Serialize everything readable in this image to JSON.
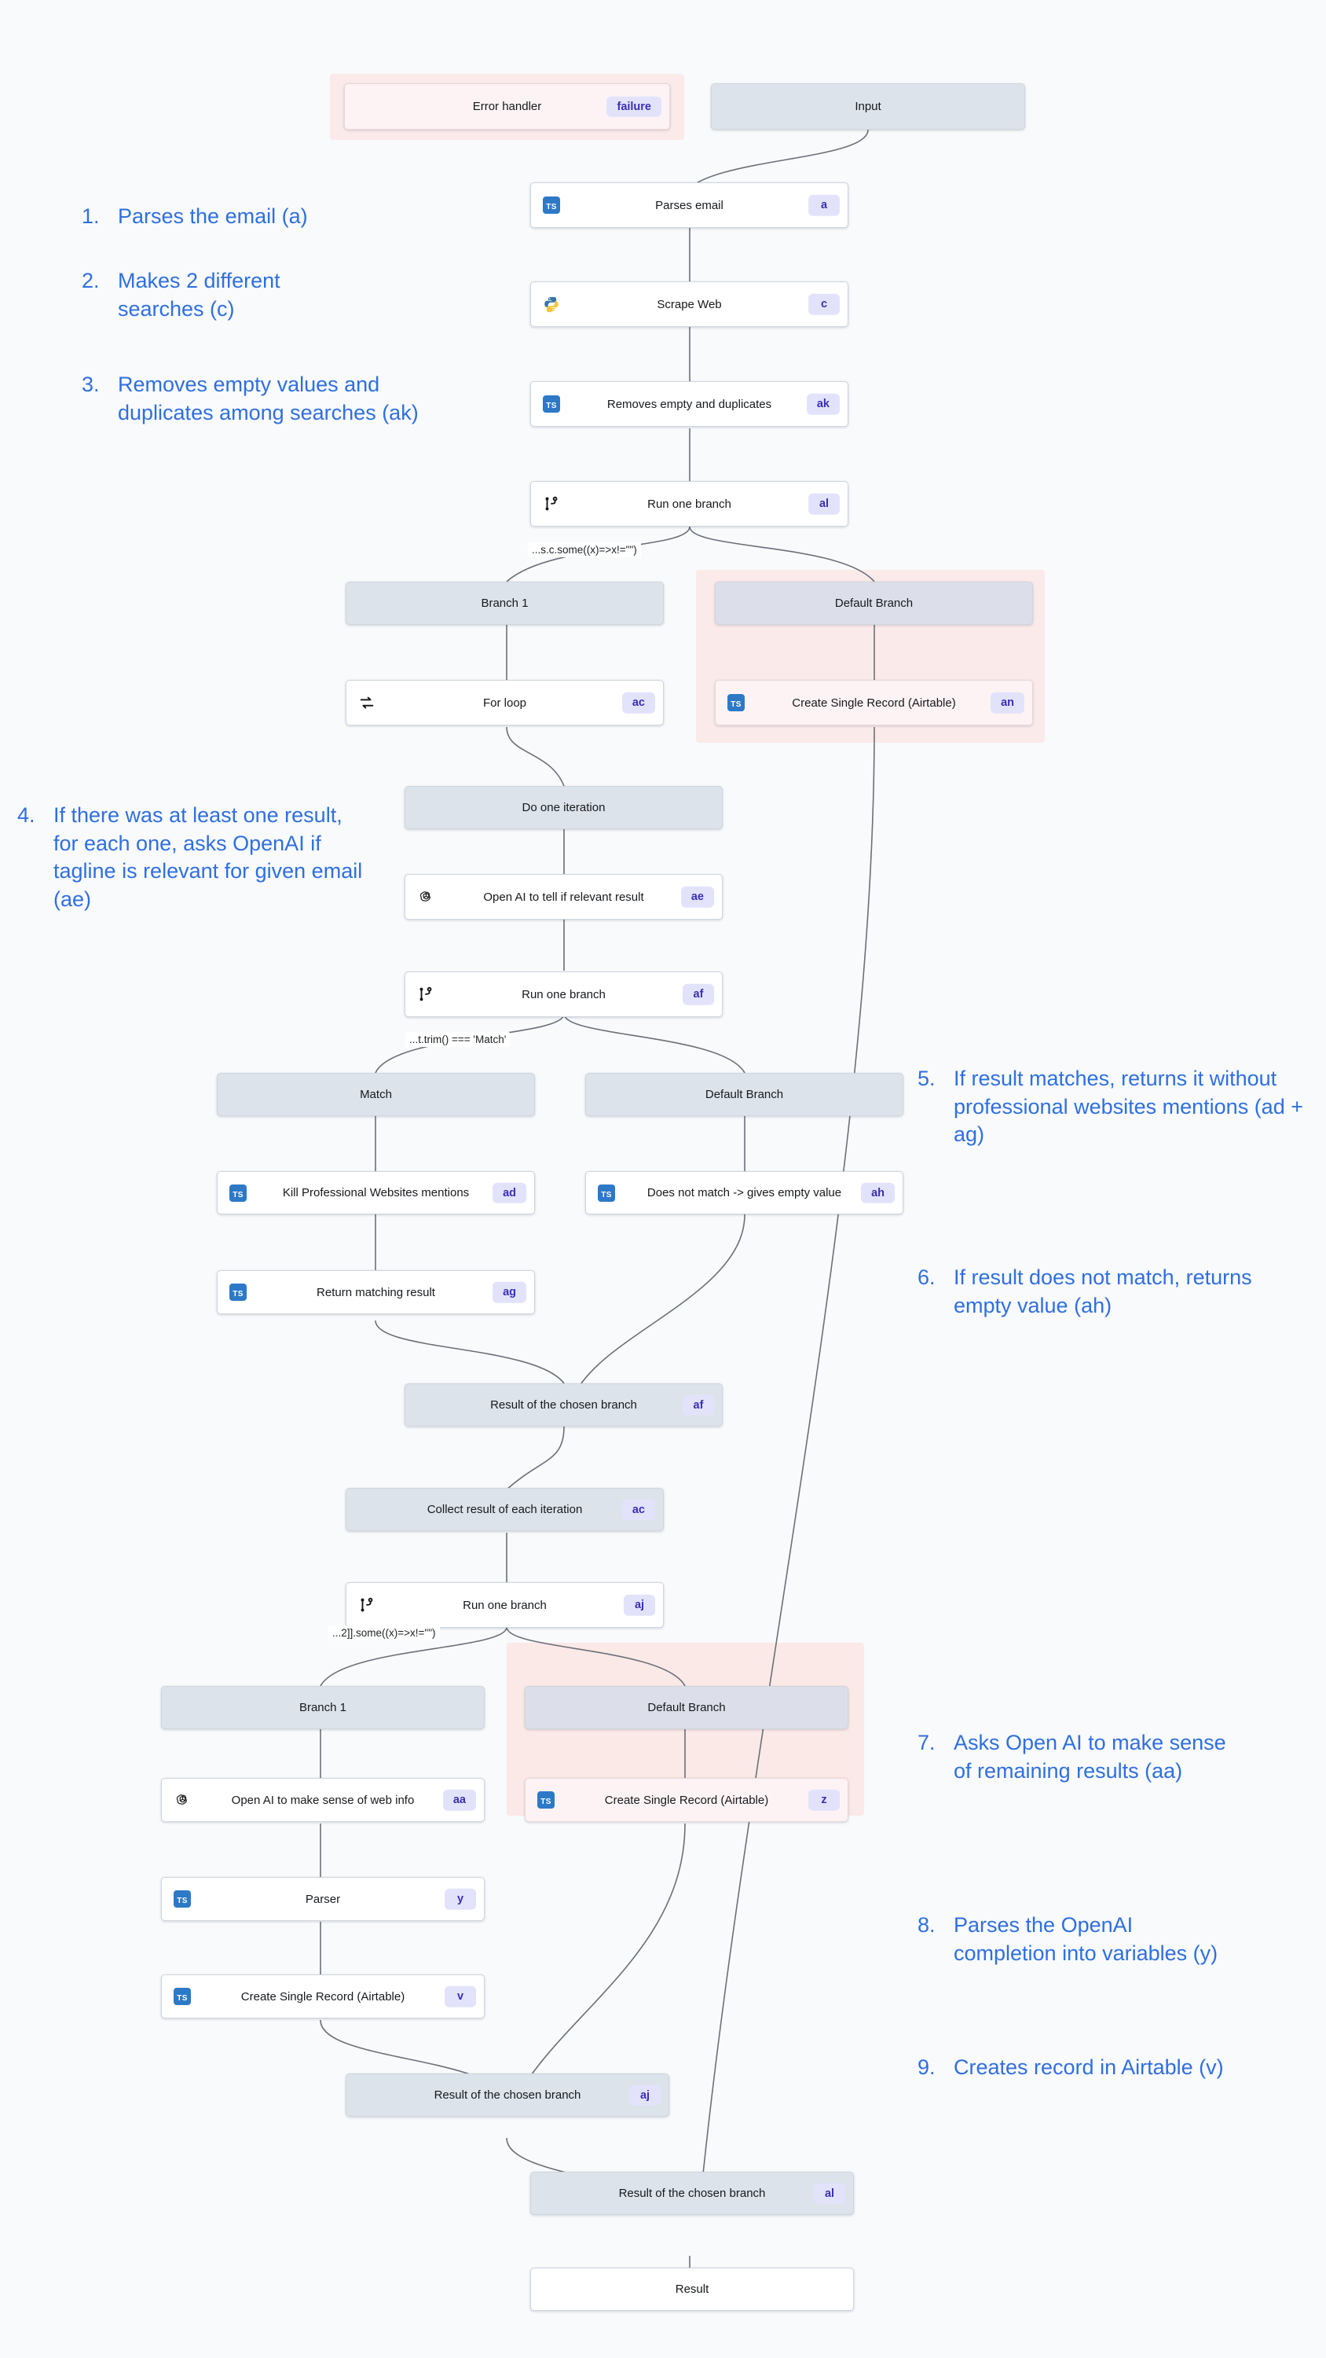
{
  "diagram": {
    "title": "Workflow flowchart",
    "accent_blue": "#2f6fe0",
    "tag_bg": "#e2e3fb",
    "tag_fg": "#3b2fb5",
    "grey_node_bg": "#dde3ea",
    "pink_region_bg": "#fbeaea"
  },
  "nodes": [
    {
      "id": "error_handler",
      "label": "Error handler",
      "tag": "failure",
      "icon": "none",
      "style": "pink-box"
    },
    {
      "id": "input",
      "label": "Input",
      "tag": "",
      "icon": "none",
      "style": "grey"
    },
    {
      "id": "parses_email",
      "label": "Parses email",
      "tag": "a",
      "icon": "typescript-icon",
      "style": "white"
    },
    {
      "id": "scrape_web",
      "label": "Scrape Web",
      "tag": "c",
      "icon": "python-icon",
      "style": "white"
    },
    {
      "id": "removes_empty",
      "label": "Removes empty and duplicates",
      "tag": "ak",
      "icon": "typescript-icon",
      "style": "white"
    },
    {
      "id": "run_one_branch_al",
      "label": "Run one branch",
      "tag": "al",
      "icon": "branch-icon",
      "style": "white"
    },
    {
      "id": "branch1_top",
      "label": "Branch 1",
      "tag": "",
      "icon": "none",
      "style": "grey"
    },
    {
      "id": "default_branch_top",
      "label": "Default Branch",
      "tag": "",
      "icon": "none",
      "style": "grey2"
    },
    {
      "id": "for_loop",
      "label": "For loop",
      "tag": "ac",
      "icon": "loop-icon",
      "style": "white"
    },
    {
      "id": "airtable_an",
      "label": "Create Single Record (Airtable)",
      "tag": "an",
      "icon": "typescript-icon",
      "style": "pink-box"
    },
    {
      "id": "do_one_iteration",
      "label": "Do one iteration",
      "tag": "",
      "icon": "none",
      "style": "grey"
    },
    {
      "id": "openai_relevant",
      "label": "Open AI to tell if relevant result",
      "tag": "ae",
      "icon": "openai-icon",
      "style": "white"
    },
    {
      "id": "run_one_branch_af",
      "label": "Run one branch",
      "tag": "af",
      "icon": "branch-icon",
      "style": "white"
    },
    {
      "id": "match_branch",
      "label": "Match",
      "tag": "",
      "icon": "none",
      "style": "grey"
    },
    {
      "id": "default_branch_mid",
      "label": "Default Branch",
      "tag": "",
      "icon": "none",
      "style": "grey"
    },
    {
      "id": "kill_mentions",
      "label": "Kill Professional Websites mentions",
      "tag": "ad",
      "icon": "typescript-icon",
      "style": "white"
    },
    {
      "id": "does_not_match",
      "label": "Does not match -> gives empty value",
      "tag": "ah",
      "icon": "typescript-icon",
      "style": "white"
    },
    {
      "id": "return_matching",
      "label": "Return matching result",
      "tag": "ag",
      "icon": "typescript-icon",
      "style": "white"
    },
    {
      "id": "result_chosen_af",
      "label": "Result of the chosen branch",
      "tag": "af",
      "icon": "none",
      "style": "grey"
    },
    {
      "id": "collect_result",
      "label": "Collect result of each iteration",
      "tag": "ac",
      "icon": "none",
      "style": "grey"
    },
    {
      "id": "run_one_branch_aj",
      "label": "Run one branch",
      "tag": "aj",
      "icon": "branch-icon",
      "style": "white"
    },
    {
      "id": "branch1_bottom",
      "label": "Branch 1",
      "tag": "",
      "icon": "none",
      "style": "grey"
    },
    {
      "id": "default_branch_bottom",
      "label": "Default Branch",
      "tag": "",
      "icon": "none",
      "style": "grey2"
    },
    {
      "id": "openai_web_info",
      "label": "Open AI to make sense of web info",
      "tag": "aa",
      "icon": "openai-icon",
      "style": "white"
    },
    {
      "id": "airtable_z",
      "label": "Create Single Record (Airtable)",
      "tag": "z",
      "icon": "typescript-icon",
      "style": "pink-box"
    },
    {
      "id": "parser",
      "label": "Parser",
      "tag": "y",
      "icon": "typescript-icon",
      "style": "white"
    },
    {
      "id": "airtable_v",
      "label": "Create Single Record (Airtable)",
      "tag": "v",
      "icon": "typescript-icon",
      "style": "white"
    },
    {
      "id": "result_chosen_aj",
      "label": "Result of the chosen branch",
      "tag": "aj",
      "icon": "none",
      "style": "grey"
    },
    {
      "id": "result_chosen_al",
      "label": "Result of the chosen branch",
      "tag": "al",
      "icon": "none",
      "style": "grey"
    },
    {
      "id": "result",
      "label": "Result",
      "tag": "",
      "icon": "none",
      "style": "white"
    }
  ],
  "edge_labels": [
    {
      "id": "cond_al",
      "text": "...s.c.some((x)=>x!=\"\")"
    },
    {
      "id": "cond_af",
      "text": "...t.trim() === 'Match'"
    },
    {
      "id": "cond_aj",
      "text": "...2]].some((x)=>x!=\"\")"
    }
  ],
  "annotations": [
    {
      "num": "1.",
      "text": "Parses the email (a)"
    },
    {
      "num": "2.",
      "text": "Makes 2 different searches (c)"
    },
    {
      "num": "3.",
      "text": "Removes empty values and duplicates among searches (ak)"
    },
    {
      "num": "4.",
      "text": "If there was at least one result, for each one, asks OpenAI if tagline is relevant for given email (ae)"
    },
    {
      "num": "5.",
      "text": "If result matches, returns it without professional websites mentions (ad + ag)"
    },
    {
      "num": "6.",
      "text": "If result does not match, returns empty value (ah)"
    },
    {
      "num": "7.",
      "text": "Asks Open AI to make sense of remaining results (aa)"
    },
    {
      "num": "8.",
      "text": "Parses the OpenAI completion into variables (y)"
    },
    {
      "num": "9.",
      "text": "Creates record in Airtable (v)"
    }
  ]
}
